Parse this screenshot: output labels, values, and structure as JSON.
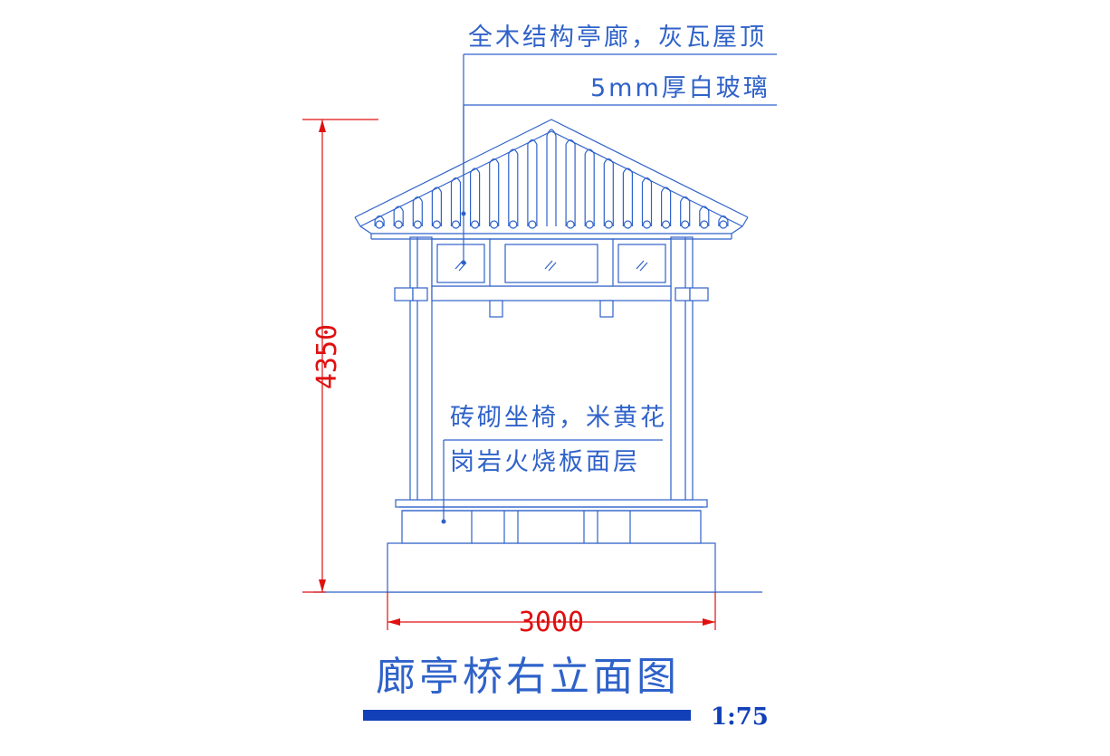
{
  "drawing": {
    "title": "廊亭桥右立面图",
    "scale": "1:75",
    "annotations": {
      "roof": "全木结构亭廊，灰瓦屋顶",
      "glass": "5mm厚白玻璃",
      "bench_line1": "砖砌坐椅，米黄花",
      "bench_line2": "岗岩火烧板面层"
    },
    "dimensions": {
      "height": "4350",
      "width": "3000"
    }
  },
  "colors": {
    "line": "#2f62c9",
    "dimension": "#e01010",
    "scale_bar": "#1240b8"
  }
}
